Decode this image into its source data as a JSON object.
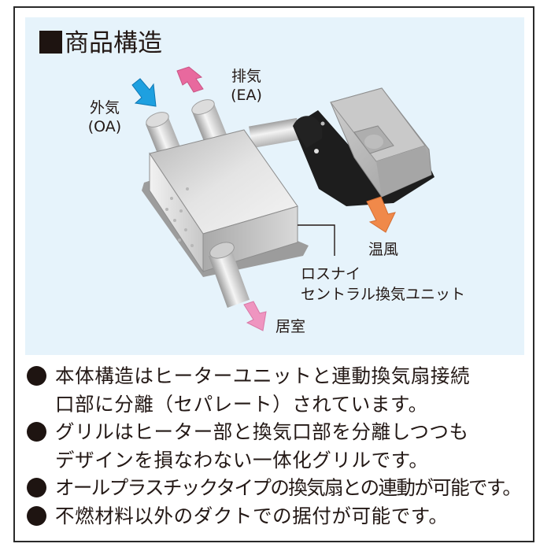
{
  "title": "商品構造",
  "diagram": {
    "labels": {
      "outside_air": {
        "line1": "外気",
        "line2": "(OA)"
      },
      "exhaust_air": {
        "line1": "排気",
        "line2": "(EA)"
      },
      "warm_air": "温風",
      "living_room": "居室",
      "unit_name": {
        "line1": "ロスナイ",
        "line2": "セントラル換気ユニット"
      }
    },
    "arrow_colors": {
      "outside_air": "#1ea0e0",
      "exhaust_air": "#e8699e",
      "warm_air": "#f0894a",
      "living_room": "#ef95c0"
    },
    "panel_color": "#e6f3fb"
  },
  "features": [
    {
      "lines": [
        "本体構造はヒーターユニットと連動換気扇接続",
        "口部に分離（セパレート）されています。"
      ]
    },
    {
      "lines": [
        "グリルはヒーター部と換気口部を分離しつつも",
        "デザインを損なわない一体化グリルです。"
      ]
    },
    {
      "lines": [
        "オールプラスチックタイプの換気扇との連動が可能です。"
      ]
    },
    {
      "lines": [
        "不燃材料以外のダクトでの据付が可能です。"
      ]
    }
  ]
}
